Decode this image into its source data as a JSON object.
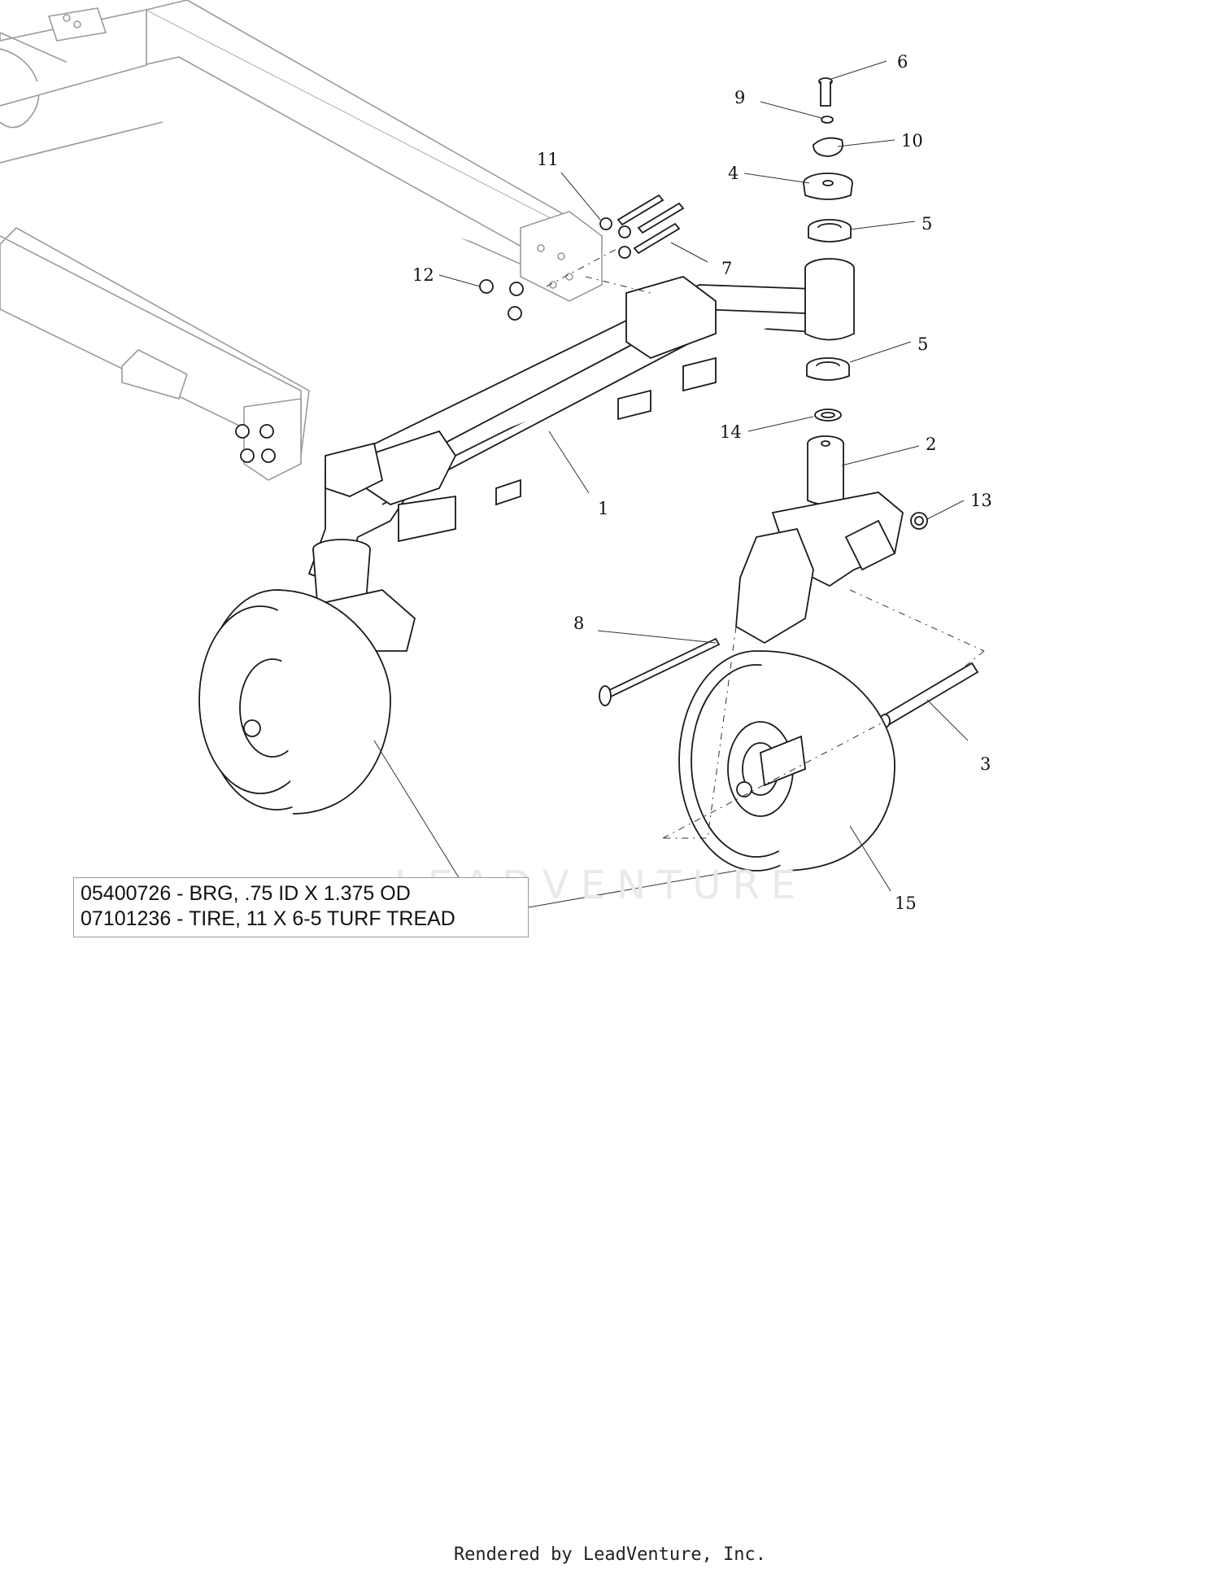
{
  "callouts": {
    "c1": "1",
    "c2": "2",
    "c3": "3",
    "c4": "4",
    "c5a": "5",
    "c5b": "5",
    "c6": "6",
    "c7": "7",
    "c8": "8",
    "c9": "9",
    "c10": "10",
    "c11": "11",
    "c12": "12",
    "c13": "13",
    "c14": "14",
    "c15": "15"
  },
  "note": {
    "line1": "05400726 - BRG, .75 ID X 1.375 OD",
    "line2": "07101236 - TIRE, 11 X 6-5 TURF TREAD"
  },
  "watermark": "LEADVENTURE",
  "footer": "Rendered by LeadVenture, Inc."
}
